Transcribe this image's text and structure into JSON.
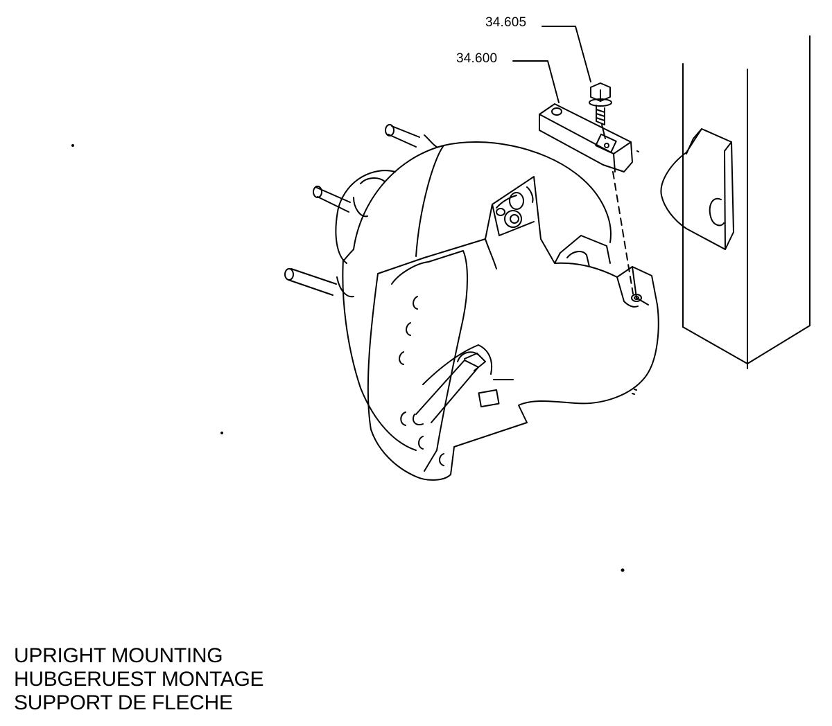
{
  "callouts": {
    "bolt": "34.605",
    "bracket": "34.600"
  },
  "caption": {
    "line_en": "UPRIGHT MOUNTING",
    "line_de": "HUBGERUEST MONTAGE",
    "line_fr": "SUPPORT DE FLECHE"
  }
}
